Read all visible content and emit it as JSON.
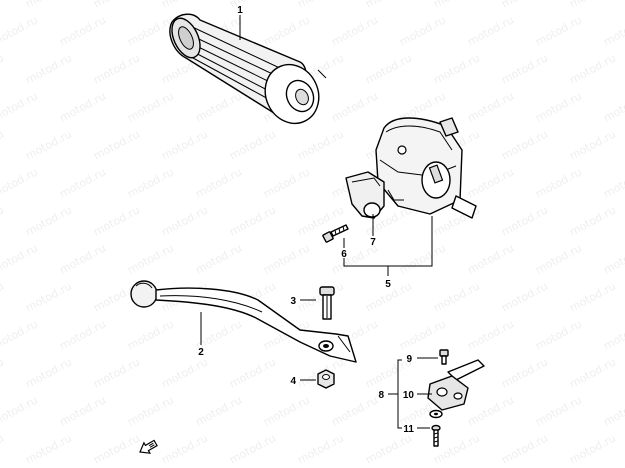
{
  "watermark": "motod.ru",
  "callouts": [
    "1",
    "2",
    "3",
    "4",
    "5",
    "6",
    "7",
    "8",
    "9",
    "10",
    "11"
  ],
  "colors": {
    "ink": "#000000",
    "paper": "#ffffff"
  },
  "icons": {
    "front_arrow": "front-arrow-icon"
  }
}
